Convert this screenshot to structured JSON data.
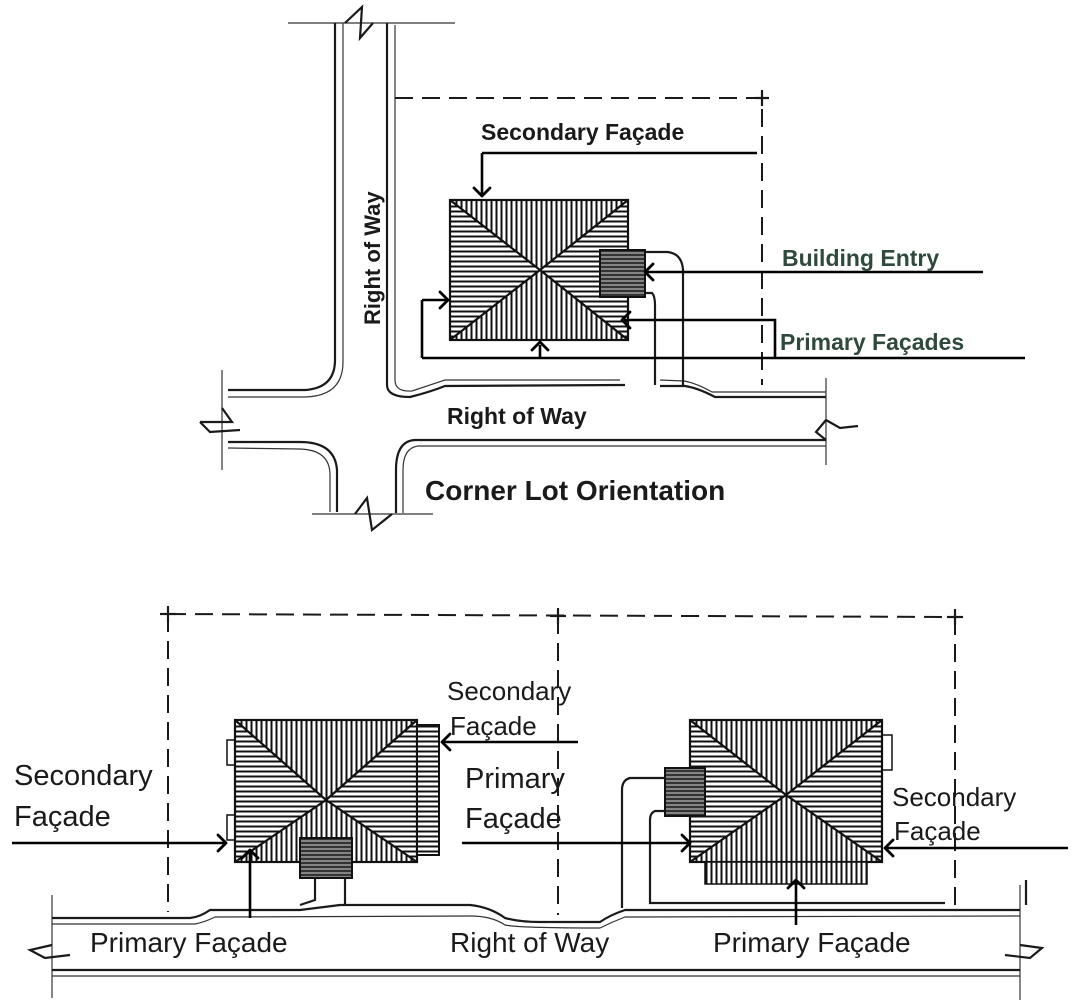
{
  "diagram": {
    "top": {
      "title": "Corner Lot Orientation",
      "labels": {
        "right_of_way_vertical": "Right of Way",
        "right_of_way_horizontal": "Right of Way",
        "secondary_facade": "Secondary Façade",
        "building_entry": "Building Entry",
        "primary_facades": "Primary Façades"
      }
    },
    "bottom": {
      "labels": {
        "left_secondary_facade_line1": "Secondary",
        "left_secondary_facade_line2": "Façade",
        "mid_secondary_facade_line1": "Secondary",
        "mid_secondary_facade_line2": "Façade",
        "mid_primary_facade_line1": "Primary",
        "mid_primary_facade_line2": "Façade",
        "right_secondary_facade_line1": "Secondary",
        "right_secondary_facade_line2": "Façade",
        "left_primary_facade": "Primary Façade",
        "right_of_way": "Right of Way",
        "right_primary_facade": "Primary Façade"
      }
    },
    "colors": {
      "ink": "#1a1a1a",
      "green_label": "#2f4a3c",
      "background": "#ffffff"
    }
  }
}
